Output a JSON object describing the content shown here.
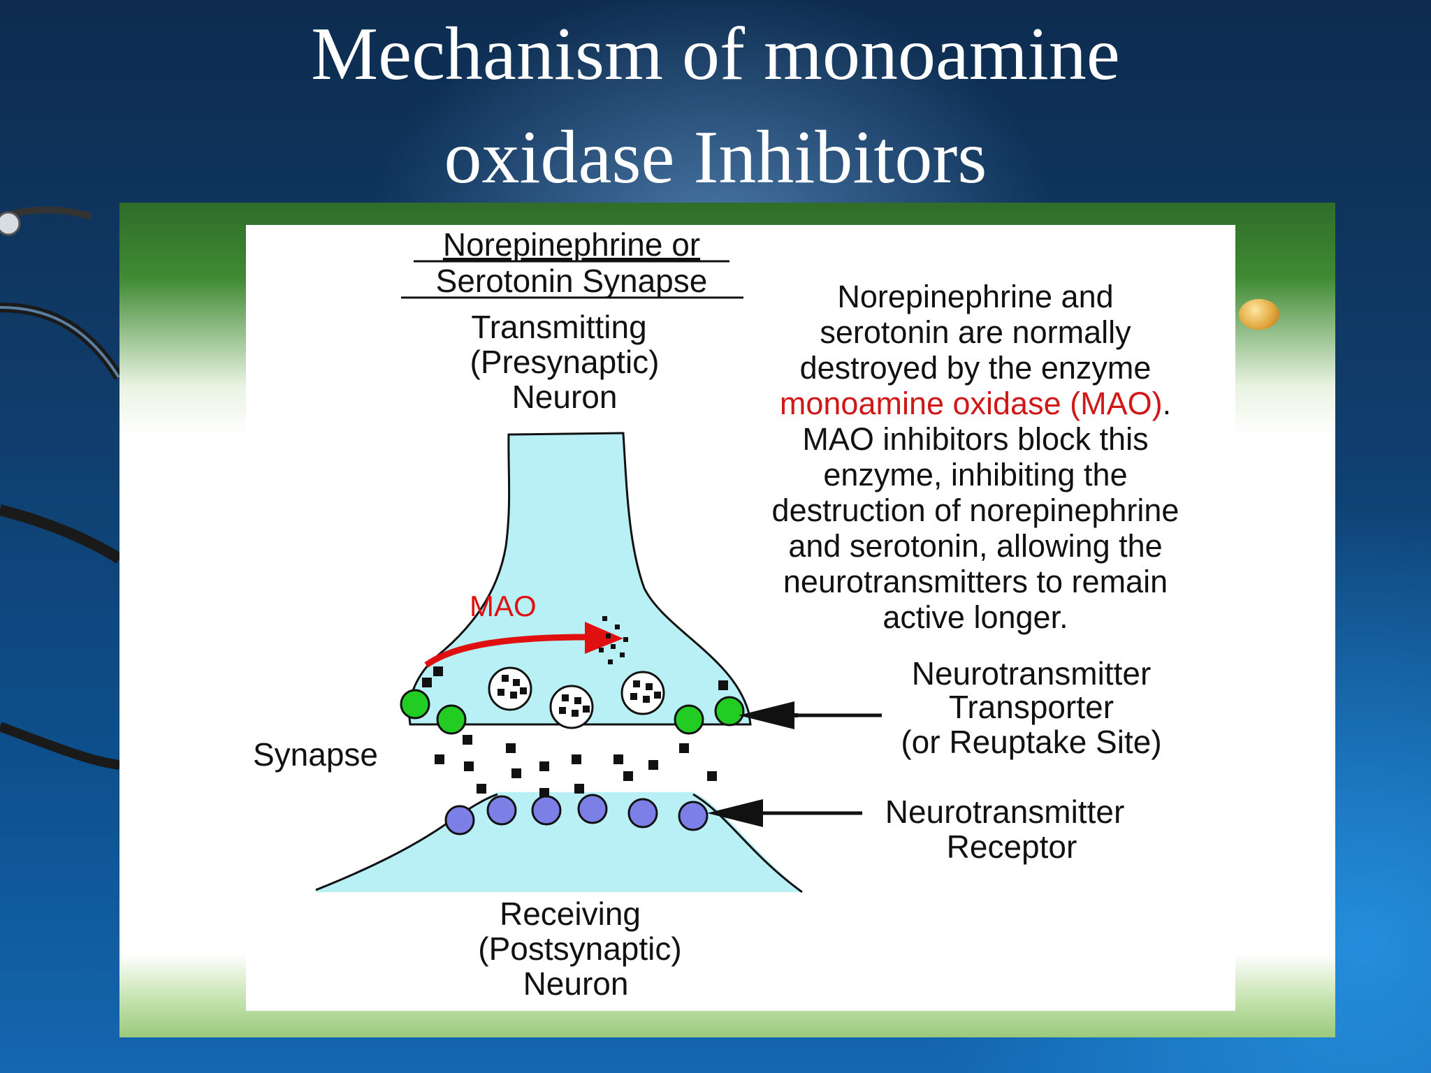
{
  "slide": {
    "title_line1": "Mechanism of monoamine",
    "title_line2": "oxidase Inhibitors"
  },
  "diagram": {
    "heading_line1": "Norepinephrine or",
    "heading_line2": "Serotonin Synapse",
    "presynaptic_line1": "Transmitting",
    "presynaptic_line2": "(Presynaptic)",
    "presynaptic_line3": "Neuron",
    "mao_label": "MAO",
    "synapse_label": "Synapse",
    "postsynaptic_line1": "Receiving",
    "postsynaptic_line2": "(Postsynaptic)",
    "postsynaptic_line3": "Neuron",
    "transporter_line1": "Neurotransmitter",
    "transporter_line2": "Transporter",
    "transporter_line3": "(or Reuptake Site)",
    "receptor_line1": "Neurotransmitter",
    "receptor_line2": "Receptor",
    "desc_lines": [
      "Norepinephrine and",
      "serotonin are normally",
      "destroyed by the enzyme",
      "monoamine oxidase (MAO).",
      "MAO inhibitors block this",
      "enzyme, inhibiting the",
      "destruction of norepinephrine",
      "and serotonin, allowing the",
      "neurotransmitters to remain",
      "active longer."
    ],
    "desc_highlight_index": 3,
    "colors": {
      "neuron_fill": "#b8f0f5",
      "transporter": "#22cc22",
      "receptor": "#7b7fe6",
      "mao_arrow": "#e01010",
      "mao_highlight_text": "#d01818"
    }
  }
}
